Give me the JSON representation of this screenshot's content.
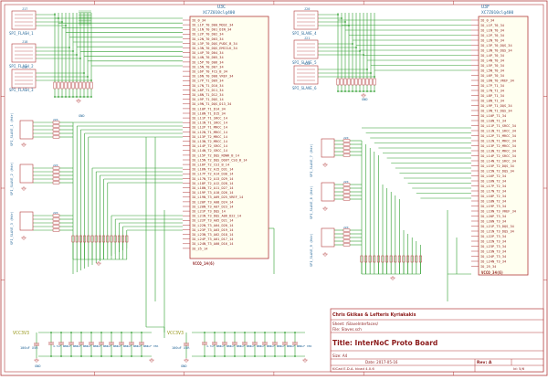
{
  "u3c": {
    "ref": "U3C",
    "value": "XC7Z010clg400",
    "pins": [
      "IO_0_34",
      "IO_L1P_T0_D00_MOSI_34",
      "IO_L1N_T0_D01_DIN_34",
      "IO_L2P_T0_D02_34",
      "IO_L2N_T0_D03_34",
      "IO_L3P_T0_DQS_PUDC_B_34",
      "IO_L3N_T0_DQS_EMCCLK_34",
      "IO_L4P_T0_D04_34",
      "IO_L4N_T0_D05_34",
      "IO_L5P_T0_D06_34",
      "IO_L5N_T0_D07_34",
      "IO_L6P_T0_FCS_B_34",
      "IO_L6N_T0_D08_VREF_34",
      "IO_L7P_T1_D09_34",
      "IO_L7N_T1_D10_34",
      "IO_L8P_T1_D11_34",
      "IO_L8N_T1_D12_34",
      "IO_L9P_T1_DQS_14",
      "IO_L9N_T1_DQS_D13_34",
      "IO_L10P_T1_D14_34",
      "IO_L10N_T1_D15_34",
      "IO_L11P_T1_SRCC_14",
      "IO_L11N_T1_SRCC_14",
      "IO_L12P_T1_MRCC_14",
      "IO_L12N_T1_MRCC_14",
      "IO_L13P_T2_MRCC_14",
      "IO_L13N_T2_MRCC_14",
      "IO_L14P_T2_SRCC_14",
      "IO_L14N_T2_SRCC_14",
      "IO_L15P_T2_DQS_RDWR_B_14",
      "IO_L15N_T2_DQS_DOUT_CSO_B_14",
      "IO_L16P_T2_CSI_B_14",
      "IO_L16N_T2_A15_D31_14",
      "IO_L17P_T2_A14_D30_14",
      "IO_L17N_T2_A13_D29_14",
      "IO_L18P_T2_A12_D28_14",
      "IO_L18N_T2_A11_D27_14",
      "IO_L19P_T3_A10_D26_14",
      "IO_L19N_T3_A09_D25_VREF_14",
      "IO_L20P_T3_A08_D24_14",
      "IO_L20N_T3_A07_D23_14",
      "IO_L21P_T3_DQS_14",
      "IO_L21N_T3_DQS_A06_D22_14",
      "IO_L22P_T3_A05_D21_14",
      "IO_L22N_T3_A04_D20_14",
      "IO_L23P_T3_A03_D19_14",
      "IO_L23N_T3_A02_D18_14",
      "IO_L24P_T3_A01_D17_14",
      "IO_L24N_T3_A00_D16_14",
      "IO_25_14"
    ],
    "power": "VCCO_14(6)"
  },
  "u3f": {
    "ref": "U3F",
    "value": "XC7Z010clg400",
    "pins": [
      "IO_0_34",
      "IO_L1P_T0_34",
      "IO_L1N_T0_34",
      "IO_L2P_T0_34",
      "IO_L2N_T0_34",
      "IO_L3P_T0_DQS_34",
      "IO_L3N_T0_DQS_34",
      "IO_L4P_T0_34",
      "IO_L4N_T0_34",
      "IO_L5P_T0_34",
      "IO_L5N_T0_34",
      "IO_L6P_T0_34",
      "IO_L6N_T0_VREF_34",
      "IO_L7P_T1_34",
      "IO_L7N_T1_34",
      "IO_L8P_T1_34",
      "IO_L8N_T1_34",
      "IO_L9P_T1_DQS_34",
      "IO_L9N_T1_DQS_34",
      "IO_L10P_T1_34",
      "IO_L10N_T1_34",
      "IO_L11P_T1_SRCC_34",
      "IO_L11N_T1_SRCC_34",
      "IO_L12P_T1_MRCC_34",
      "IO_L12N_T1_MRCC_34",
      "IO_L13P_T2_MRCC_34",
      "IO_L13N_T2_MRCC_34",
      "IO_L14P_T2_SRCC_34",
      "IO_L14N_T2_SRCC_34",
      "IO_L15P_T2_DQS_34",
      "IO_L15N_T2_DQS_34",
      "IO_L16P_T2_34",
      "IO_L16N_T2_34",
      "IO_L17P_T2_34",
      "IO_L17N_T2_34",
      "IO_L18P_T2_34",
      "IO_L18N_T2_34",
      "IO_L19P_T3_34",
      "IO_L19N_T3_VREF_34",
      "IO_L20P_T3_34",
      "IO_L20N_T3_34",
      "IO_L21P_T3_DQS_34",
      "IO_L21N_T3_DQS_34",
      "IO_L22P_T3_34",
      "IO_L22N_T3_34",
      "IO_L23P_T3_34",
      "IO_L23N_T3_34",
      "IO_L24P_T3_34",
      "IO_L24N_T3_34",
      "IO_25_34"
    ],
    "power": "VCCO_34(6)"
  },
  "left_connectors": {
    "labels": [
      "SPI_FLASH_1",
      "SPI_FLASH_2",
      "SPI_FLASH_3"
    ],
    "refs": [
      "J17",
      "J18",
      "J19"
    ]
  },
  "right_connectors": {
    "labels": [
      "SPI_SLAVE_4",
      "SPI_SLAVE_5",
      "SPI_SLAVE_6"
    ],
    "refs": [
      "J20",
      "J21",
      "J22"
    ]
  },
  "left_headers": {
    "labels": [
      "SPI_SLAVE_1 (Hdr)",
      "SPI_SLAVE_2 (Hdr)",
      "SPI_SLAVE_3 (Hdr)"
    ],
    "refs": [
      "J23",
      "J24",
      "J25"
    ]
  },
  "right_headers": {
    "labels": [
      "SPI_SLAVE_7 (Hdr)",
      "SPI_SLAVE_8 (Hdr)",
      "SPI_SLAVE_9 (Hdr)"
    ],
    "refs": [
      "J26",
      "J27",
      "J28"
    ]
  },
  "power_rails": {
    "left_label": "VCC3V3",
    "right_label": "VCC3V3",
    "left_bulk": "100uF X5R",
    "right_bulk": "100uF X5R",
    "cap_value": "4.7uF X5R",
    "gnd": "GND",
    "res_value": "220"
  },
  "title_block": {
    "authors": "Chris Gkikas & Lefteris Kyriakakis",
    "sheet": "Sheet: /SlaveInterfaces/",
    "file": "File: Slaves.sch",
    "title": "Title: InterNoC Proto Board",
    "size": "Size: A4",
    "date": "Date: 2017-05-16",
    "rev": "Rev: A",
    "kicad": "KiCad E.D.A.  kicad 4.0.6",
    "id": "Id: 5/6"
  }
}
